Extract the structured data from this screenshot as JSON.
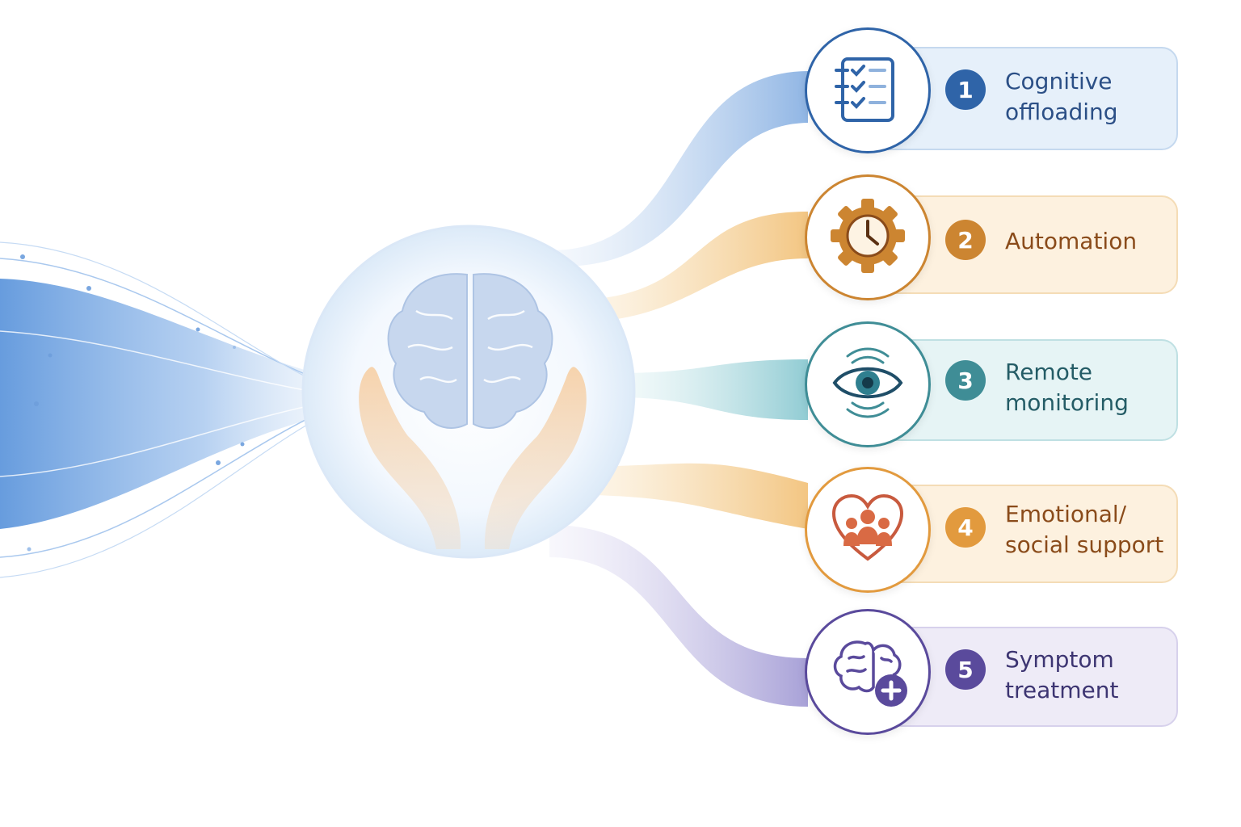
{
  "items": [
    {
      "number": "1",
      "lines": [
        "Cognitive",
        "offloading"
      ],
      "icon": "checklist-icon",
      "accent": "#2f64a8",
      "text": "#2b4f86",
      "fill": "#e6f0fa",
      "border": "#c5d9ef"
    },
    {
      "number": "2",
      "lines": [
        "Automation"
      ],
      "icon": "gear-clock-icon",
      "accent": "#cc8531",
      "text": "#8a4b1a",
      "fill": "#fdf1df",
      "border": "#f4dcb6"
    },
    {
      "number": "3",
      "lines": [
        "Remote",
        "monitoring"
      ],
      "icon": "eye-icon",
      "accent": "#3f8d96",
      "text": "#245c66",
      "fill": "#e6f4f5",
      "border": "#bfe0e3"
    },
    {
      "number": "4",
      "lines": [
        "Emotional/",
        "social support"
      ],
      "icon": "heart-people-icon",
      "accent": "#e29a3e",
      "text": "#8a4b1a",
      "fill": "#fdf1df",
      "border": "#f4dcb6"
    },
    {
      "number": "5",
      "lines": [
        "Symptom",
        "treatment"
      ],
      "icon": "brain-plus-icon",
      "accent": "#5a4a9c",
      "text": "#3d3572",
      "fill": "#eeebf7",
      "border": "#d7d1ec"
    }
  ]
}
